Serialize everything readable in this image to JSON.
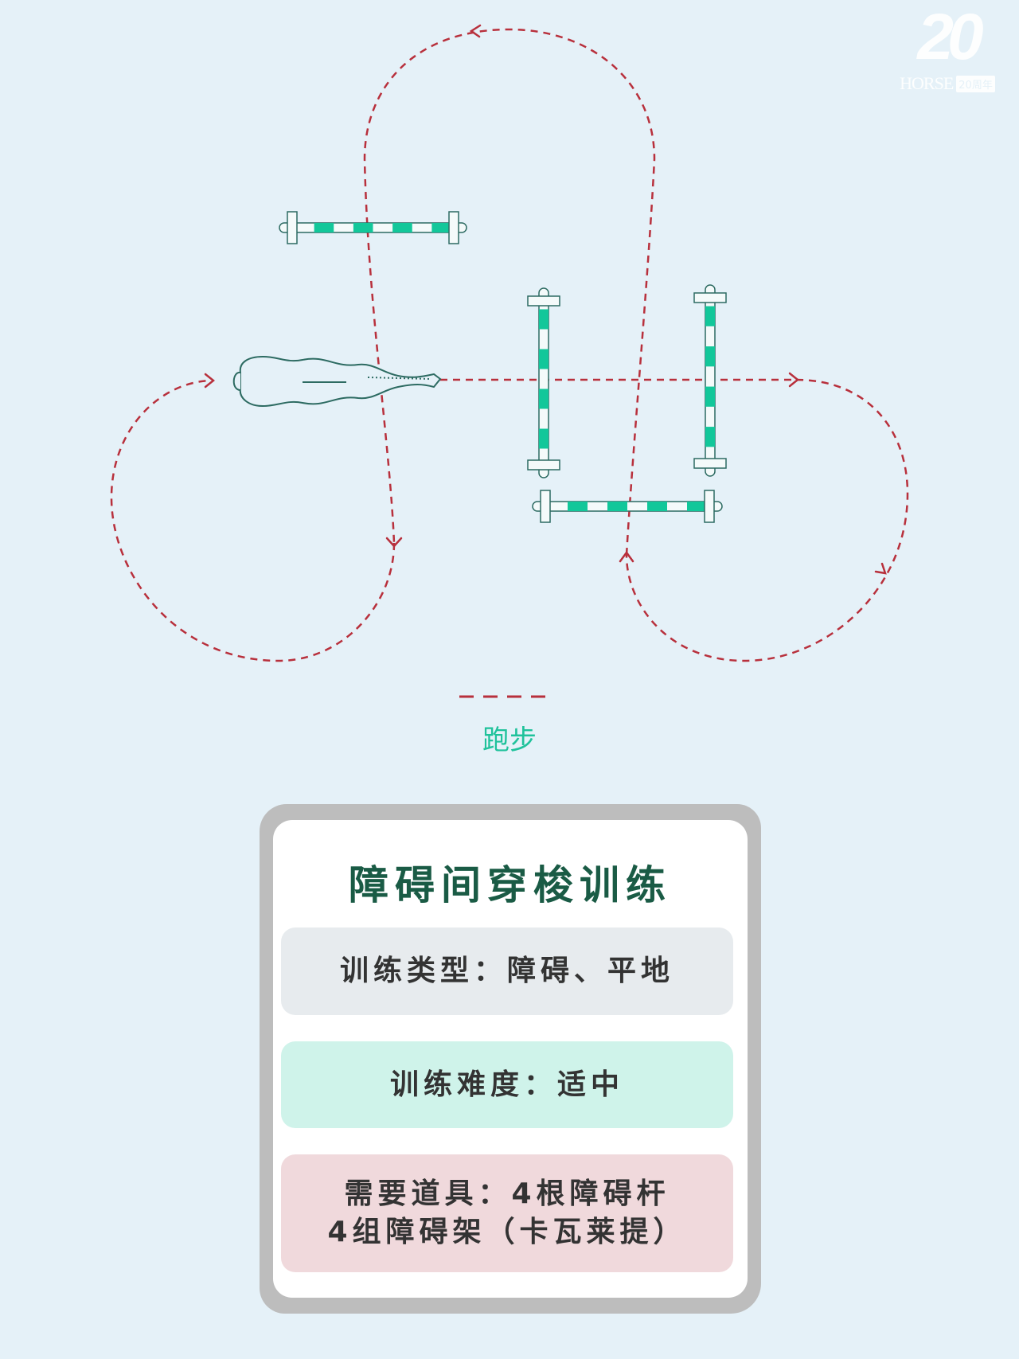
{
  "logo": {
    "mark": "20",
    "word": "HORSE",
    "badge": "20周年"
  },
  "legend": {
    "label": "跑步",
    "line_color": "#b8303c"
  },
  "card": {
    "title": "障碍间穿梭训练",
    "type_line": "训练类型：障碍、平地",
    "difficulty_line": "训练难度：适中",
    "equipment_line1": "需要道具：4根障碍杆",
    "equipment_line2": "4组障碍架（卡瓦莱提）"
  },
  "colors": {
    "path": "#b8303c",
    "pole": "#12c79a",
    "outline": "#2d6b62",
    "title": "#1a5b45"
  }
}
